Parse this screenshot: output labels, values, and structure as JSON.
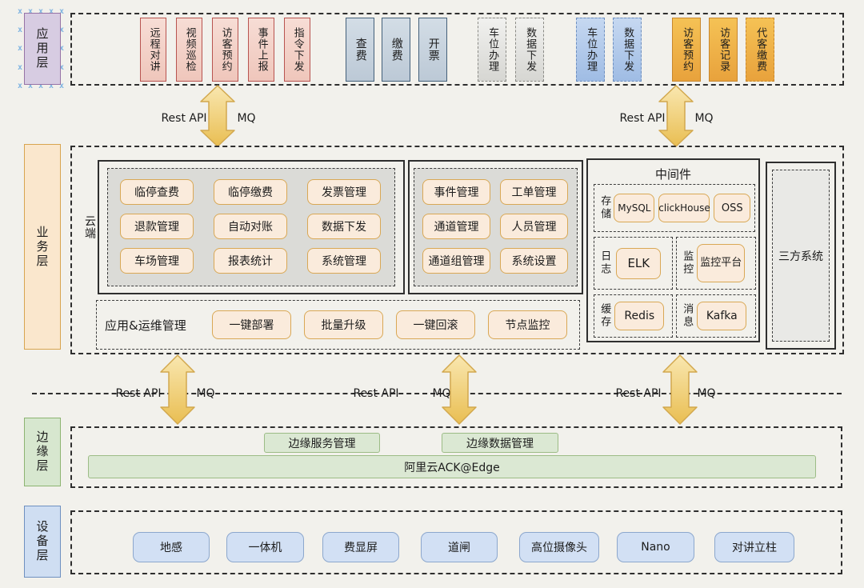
{
  "layer_labels": {
    "app": "应用层",
    "business": "业务层",
    "edge": "边缘层",
    "device": "设备层"
  },
  "connector": {
    "rest_api": "Rest API",
    "mq": "MQ"
  },
  "app_layer": {
    "ops_red": [
      "远程对讲",
      "视频巡检",
      "访客预约",
      "事件上报",
      "指令下发"
    ],
    "pay_slate": [
      "查费",
      "缴费",
      "开票"
    ],
    "parking_gray": [
      "车位办理",
      "数据下发"
    ],
    "parking_blue": [
      "车位办理",
      "数据下发"
    ],
    "visitor_orange": [
      "访客预约",
      "访客记录",
      "代客缴费"
    ]
  },
  "business_layer": {
    "cloud_label": "云端",
    "parking_services": [
      "临停查费",
      "临停缴费",
      "发票管理",
      "退款管理",
      "自动对账",
      "数据下发",
      "车场管理",
      "报表统计",
      "系统管理"
    ],
    "mgmt_services": [
      "事件管理",
      "工单管理",
      "通道管理",
      "人员管理",
      "通道组管理",
      "系统设置"
    ],
    "middleware": {
      "title": "中间件",
      "storage_label": "存储",
      "storage_items": [
        "MySQL",
        "clickHouse",
        "OSS"
      ],
      "log_label": "日志",
      "log_item": "ELK",
      "monitor_label": "监控",
      "monitor_item": "监控平台",
      "cache_label": "缓存",
      "cache_item": "Redis",
      "message_label": "消息",
      "message_item": "Kafka"
    },
    "third_party": "三方系统",
    "ops": {
      "label": "应用&运维管理",
      "items": [
        "一键部署",
        "批量升级",
        "一键回滚",
        "节点监控"
      ]
    }
  },
  "edge_layer": {
    "service_mgmt": "边缘服务管理",
    "data_mgmt": "边缘数据管理",
    "platform": "阿里云ACK@Edge"
  },
  "device_layer": {
    "devices": [
      "地感",
      "一体机",
      "费显屏",
      "道闸",
      "高位摄像头",
      "Nano",
      "对讲立柱"
    ]
  }
}
